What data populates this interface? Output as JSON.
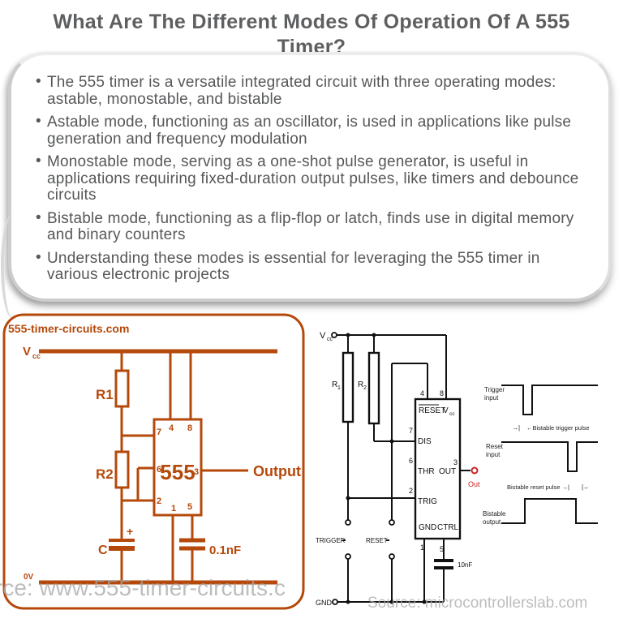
{
  "title": "What Are The Different Modes Of Operation Of A 555 Timer?",
  "bullets": [
    "The 555 timer is a versatile integrated circuit with three operating modes: astable, monostable, and bistable",
    "Astable mode, functioning as an oscillator, is used in applications like pulse generation and frequency modulation",
    "Monostable mode, serving as a one-shot pulse generator, is useful in applications requiring fixed-duration output pulses, like timers and debounce circuits",
    "Bistable mode, functioning as a flip-flop or latch, finds use in digital memory and binary counters",
    "Understanding these modes is essential for leveraging the 555 timer in various electronic projects"
  ],
  "colors": {
    "title_text": "#5e5f61",
    "body_text": "#565759",
    "circuit_orange": "#b5490b",
    "circuit_black": "#111111",
    "out_red": "#cc2222",
    "watermark_gray": "#a8a8a8",
    "card_border": "#cccccc"
  },
  "left_circuit": {
    "site": "555-timer-circuits.com",
    "v": "V",
    "cc": "cc",
    "r1": "R1",
    "r2": "R2",
    "chip": "555",
    "output": "Output",
    "c": "C",
    "plus": "+",
    "cap": "0.1nF",
    "zerov": "0V",
    "p7": "7",
    "p4": "4",
    "p8": "8",
    "p6": "6",
    "p3": "3",
    "p2": "2",
    "p1": "1",
    "p5": "5",
    "watermark": "rce: www.555-timer-circuits.c"
  },
  "right_circuit": {
    "v": "V",
    "cc": "cc",
    "r": "R",
    "r1sub": "1",
    "r2sub": "2",
    "chip": {
      "reset": "RESET",
      "vcc_v": "V",
      "vcc_cc": "cc",
      "dis": "DIS",
      "thr": "THR",
      "trig": "TRIG",
      "out": "OUT",
      "gnd": "GND",
      "ctrl": "CTRL"
    },
    "pins": {
      "p4": "4",
      "p8": "8",
      "p7": "7",
      "p6": "6",
      "p2": "2",
      "p3": "3",
      "p1": "1",
      "p5": "5"
    },
    "trigger_sw": "TRIGGER",
    "reset_sw": "RESET",
    "gnd_term": "GND",
    "cap": "10nF",
    "out_node": "Out",
    "waveforms": {
      "trigger1": "Trigger",
      "trigger2": "input",
      "reset1": "Reset",
      "reset2": "input",
      "out1": "Bistable",
      "out2": "output",
      "ann_t1": "→|",
      "ann_t2": "←Bistable trigger pulse",
      "ann_r1": "Bistable reset pulse →|",
      "ann_r2": "|←"
    },
    "watermark": "Source: microcontrollerslab.com"
  }
}
